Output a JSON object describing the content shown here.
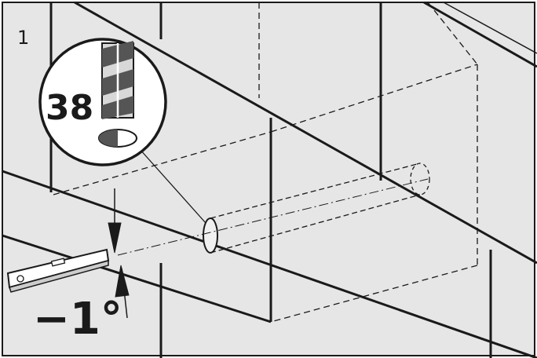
{
  "figure": {
    "step_number": "1",
    "drill_diameter": "38",
    "angle_label": "−1°"
  },
  "colors": {
    "wall": "#e6e6e6",
    "line": "#1a1a1a",
    "drill_dark": "#555555",
    "drill_light": "#d8d8d8",
    "background": "#ffffff"
  }
}
